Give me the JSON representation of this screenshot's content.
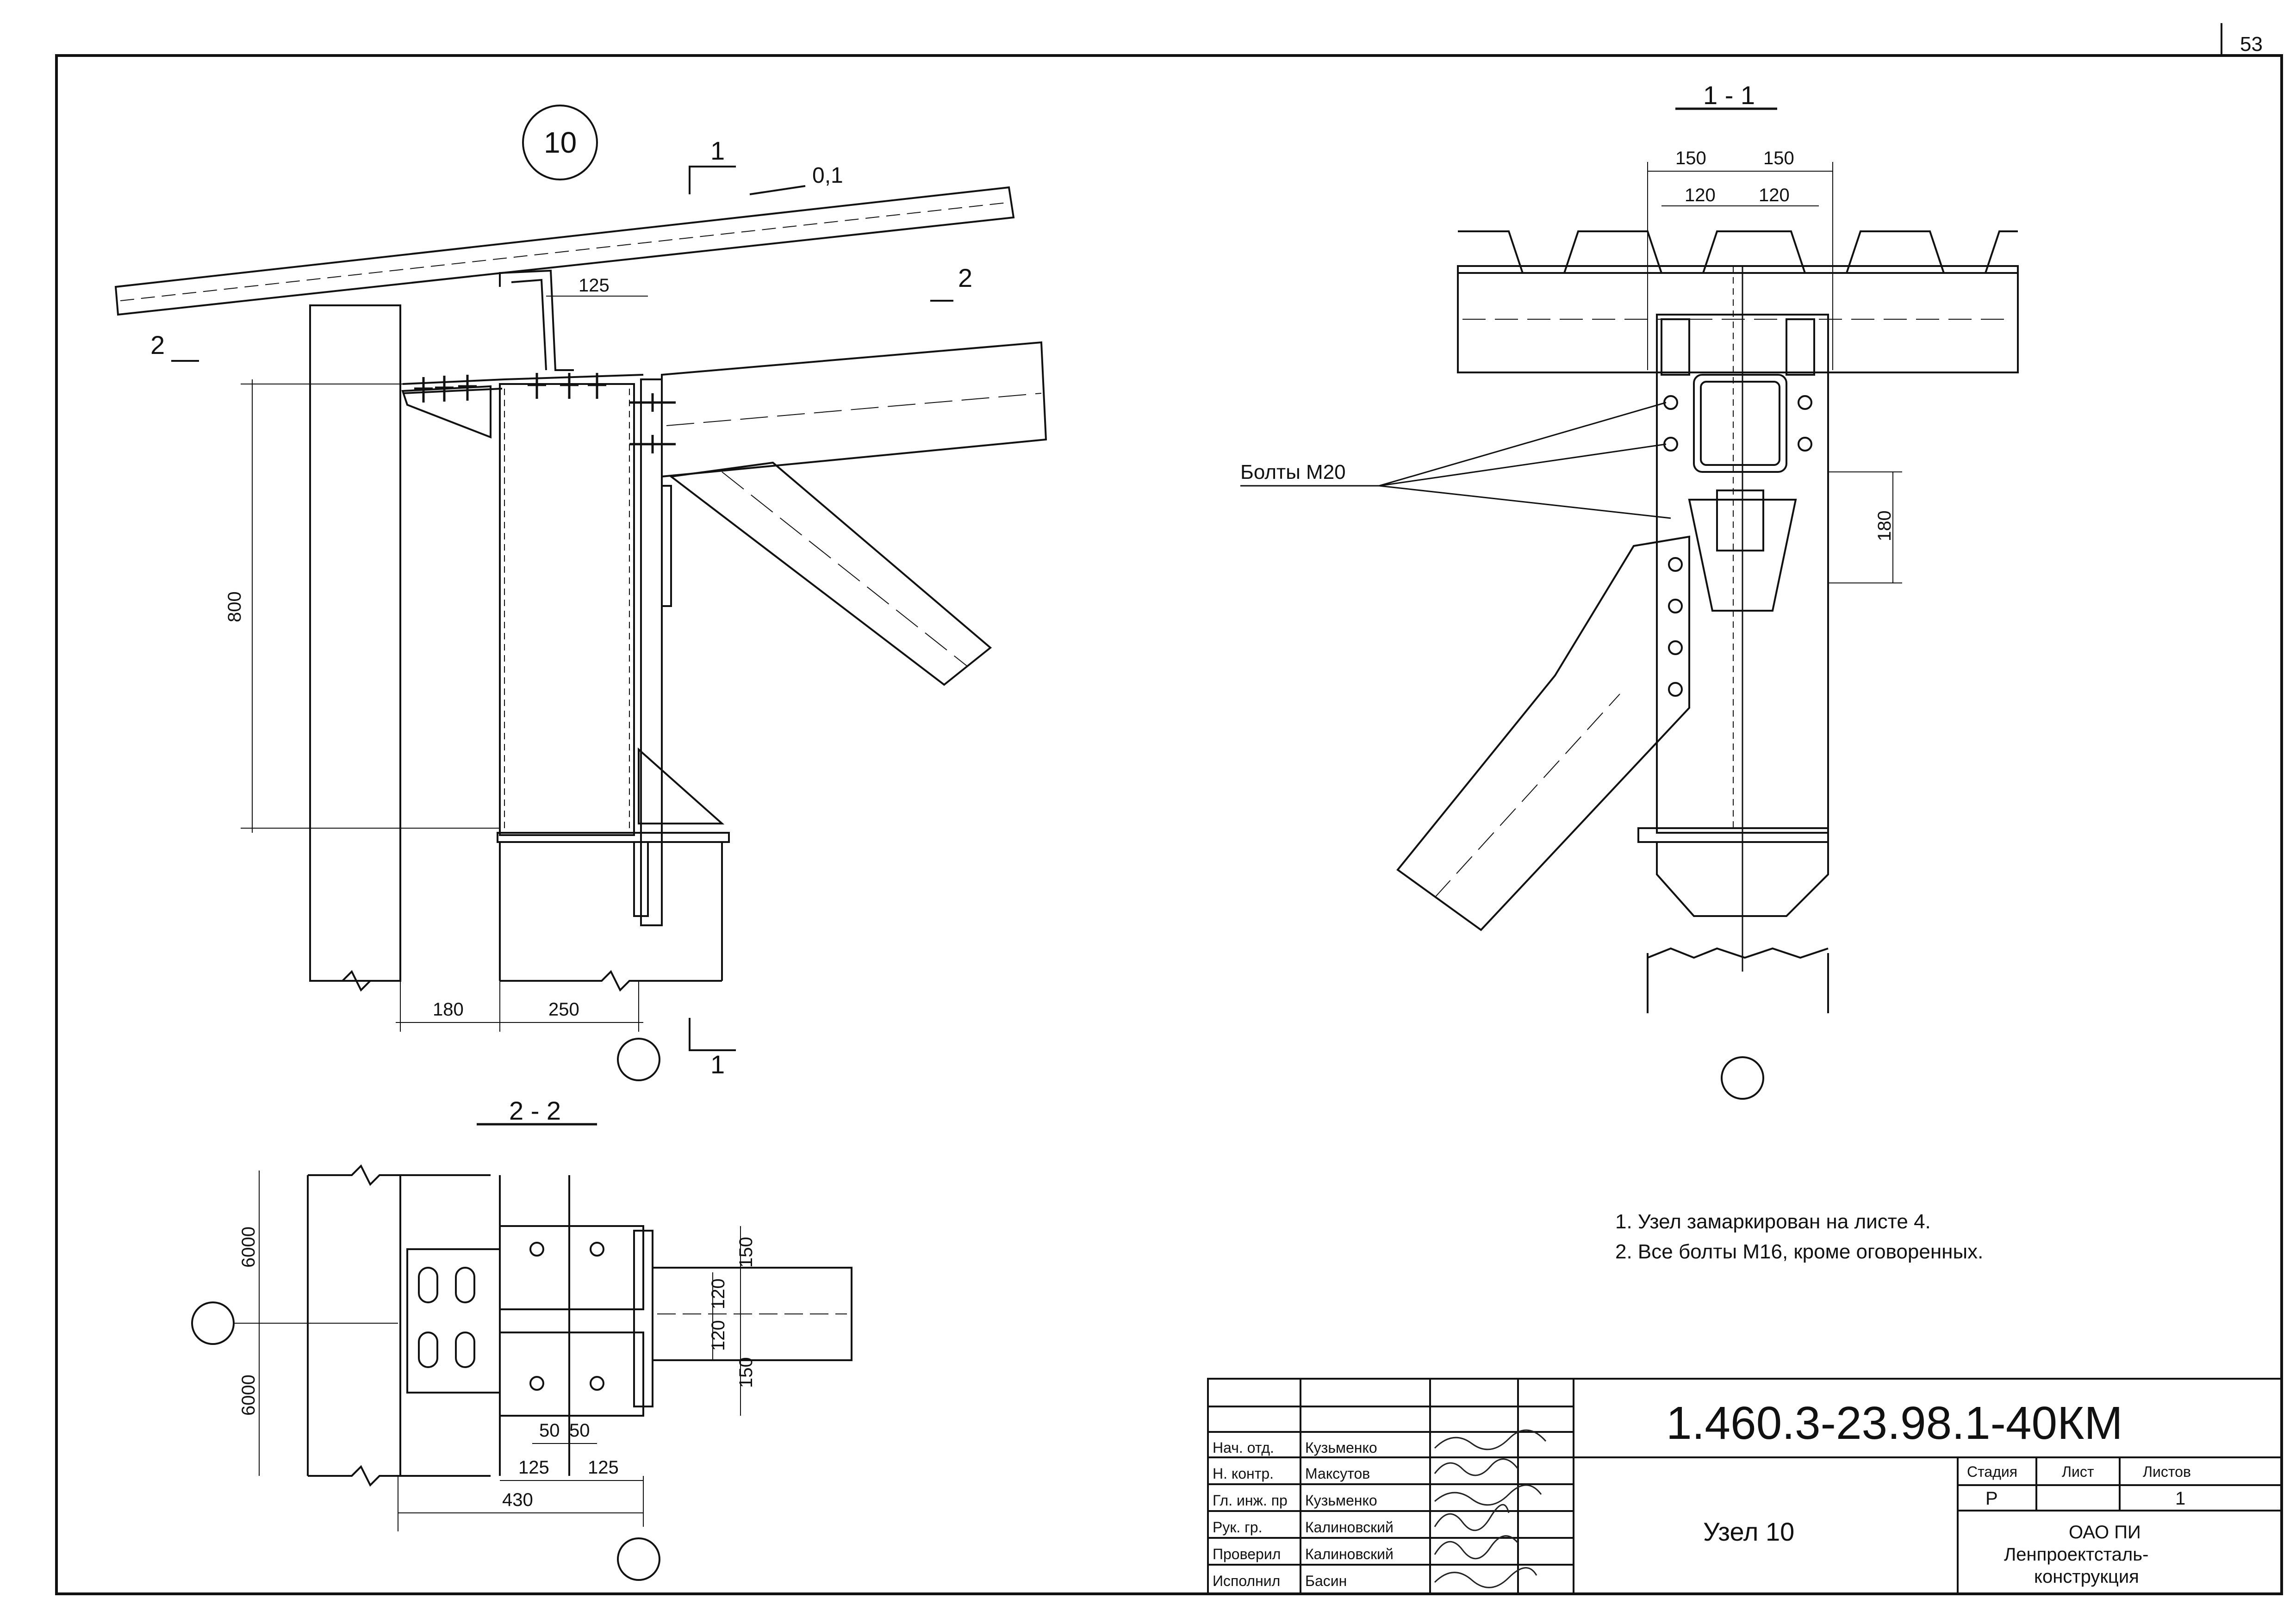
{
  "sheet": {
    "number": "53"
  },
  "node": {
    "marker": "10"
  },
  "slope": "0,1",
  "sections": {
    "s1": "1",
    "s2": "2",
    "title_1_1": "1 - 1",
    "title_2_2": "2 - 2"
  },
  "dims_main": {
    "w125": "125",
    "h800": "800",
    "w180": "180",
    "w250": "250"
  },
  "dims_11": {
    "a150": "150",
    "b150": "150",
    "a120": "120",
    "b120": "120",
    "v180": "180"
  },
  "dims_22": {
    "y6000a": "6000",
    "y6000b": "6000",
    "v150a": "150",
    "v120a": "120",
    "v120b": "120",
    "v150b": "150",
    "d50a": "50",
    "d50b": "50",
    "d125a": "125",
    "d125b": "125",
    "d430": "430"
  },
  "bolts_label": "Болты М20",
  "notes": [
    "1. Узел замаркирован на листе 4.",
    "2. Все болты М16, кроме оговоренных."
  ],
  "title_block": {
    "code": "1.460.3-23.98.1-40КМ",
    "name": "Узел 10",
    "stage_header": "Стадия",
    "sheet_header": "Лист",
    "sheets_header": "Листов",
    "stage": "Р",
    "sheets": "1",
    "org": [
      "ОАО ПИ",
      "Ленпроектсталь-",
      "конструкция"
    ],
    "roles": [
      {
        "role": "Нач. отд.",
        "name": "Кузьменко"
      },
      {
        "role": "Н. контр.",
        "name": "Максутов"
      },
      {
        "role": "Гл. инж. пр",
        "name": "Кузьменко"
      },
      {
        "role": "Рук. гр.",
        "name": "Калиновский"
      },
      {
        "role": "Проверил",
        "name": "Калиновский"
      },
      {
        "role": "Исполнил",
        "name": "Басин"
      }
    ]
  }
}
